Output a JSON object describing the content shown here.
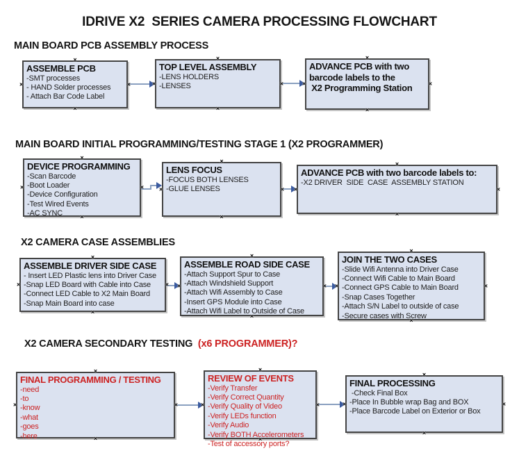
{
  "title": "IDRIVE X2  SERIES CAMERA PROCESSING FLOWCHART",
  "icons": {
    "connection_handle": "×"
  },
  "colors": {
    "box_fill": "#dbe2f0",
    "box_border": "#434343",
    "red_text": "#cc2222",
    "arrow_line": "#8aa0c0",
    "arrow_head": "#3a5a9f",
    "heading_text": "#141414"
  },
  "sections": [
    {
      "heading": "MAIN BOARD PCB ASSEMBLY PROCESS",
      "boxes": [
        {
          "title": "ASSEMBLE PCB",
          "items": [
            "-SMT processes",
            "- HAND Solder processes",
            "- Attach Bar Code Label"
          ]
        },
        {
          "title": "TOP LEVEL ASSEMBLY",
          "items": [
            "-LENS HOLDERS",
            "-LENSES"
          ]
        },
        {
          "title": "ADVANCE PCB with two\nbarcode labels to the\n X2 Programming Station",
          "items": []
        }
      ]
    },
    {
      "heading": "MAIN BOARD INITIAL PROGRAMMING/TESTING STAGE 1 (X2 PROGRAMMER)",
      "boxes": [
        {
          "title": "DEVICE PROGRAMMING",
          "items": [
            "-Scan Barcode",
            "-Boot Loader",
            "-Device Configuration",
            "-Test Wired Events",
            "-AC SYNC"
          ]
        },
        {
          "title": "LENS FOCUS",
          "items": [
            "-FOCUS BOTH LENSES",
            "-GLUE LENSES"
          ]
        },
        {
          "title": "ADVANCE PCB with two barcode labels to:",
          "items": [
            "-X2 DRIVER  SIDE  CASE  ASSEMBLY STATION"
          ]
        }
      ]
    },
    {
      "heading": "X2 CAMERA CASE ASSEMBLIES",
      "boxes": [
        {
          "title": "ASSEMBLE DRIVER SIDE CASE",
          "items": [
            "- Insert LED Plastic lens into Driver Case",
            "-Snap LED Board with Cable into Case",
            "-Connect LED Cable to X2 Main Board",
            "-Snap Main Board into case"
          ]
        },
        {
          "title": "ASSEMBLE ROAD SIDE CASE",
          "items": [
            "-Attach Support Spur to Case",
            "-Attach Windshield Support",
            "-Attach Wifi Assembly to Case",
            "-Insert GPS Module into Case",
            "-Attach Wifi Label to Outside of Case"
          ]
        },
        {
          "title": "JOIN THE TWO CASES",
          "items": [
            "-Slide Wifi Antenna into Driver Case",
            "-Connect Wifi Cable to Main Board",
            "-Connect GPS Cable to Main Board",
            "-Snap Cases Together",
            "-Attach S/N Label to outside of case",
            "-Secure cases with Screw"
          ]
        }
      ]
    },
    {
      "heading": "X2 CAMERA SECONDARY TESTING",
      "heading_suffix": "  (x6 PROGRAMMER)?",
      "boxes": [
        {
          "title": "FINAL PROGRAMMING / TESTING",
          "items": [
            "-need",
            "-to",
            "-know",
            "-what",
            "-goes",
            "-here"
          ]
        },
        {
          "title": "REVIEW OF EVENTS",
          "items": [
            "-Verify Transfer",
            "-Verify Correct Quantity",
            "-Verify Quality of Video",
            "-Verify LEDs function",
            "-Verify Audio",
            "-Verify BOTH Accelerometers",
            "-Test of accessory ports?"
          ]
        },
        {
          "title": "FINAL PROCESSING",
          "items": [
            " -Check Final Box",
            "-Place In Bubble wrap Bag and BOX",
            "-Place Barcode Label on Exterior or Box"
          ]
        }
      ]
    }
  ]
}
